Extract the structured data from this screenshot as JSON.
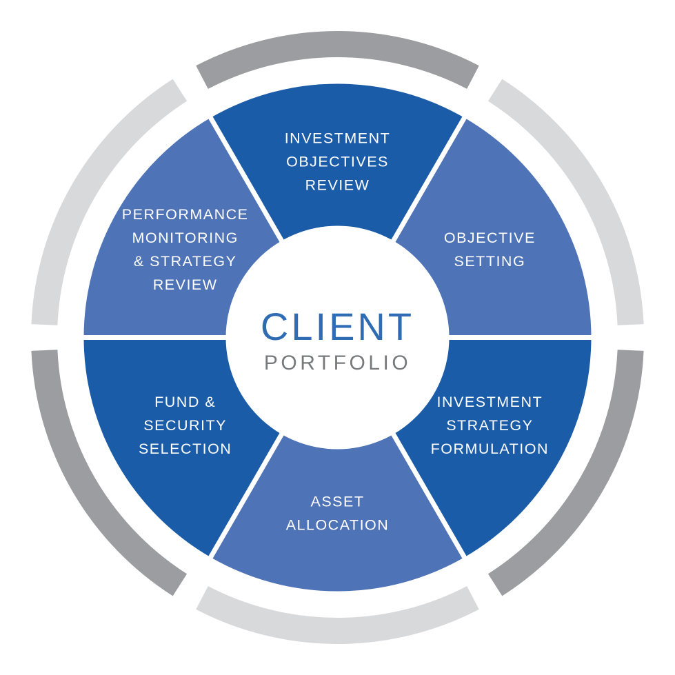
{
  "diagram": {
    "kind": "process-wheel",
    "center": {
      "line1": "CLIENT",
      "line2": "PORTFOLIO"
    },
    "segments": [
      {
        "id": "investment-objectives-review",
        "lines": [
          "INVESTMENT",
          "OBJECTIVES",
          "REVIEW"
        ],
        "color": "dark_blue",
        "mid_angle": 90
      },
      {
        "id": "objective-setting",
        "lines": [
          "OBJECTIVE",
          "SETTING"
        ],
        "color": "medium_blue",
        "mid_angle": 30
      },
      {
        "id": "investment-strategy-formulation",
        "lines": [
          "INVESTMENT",
          "STRATEGY",
          "FORMULATION"
        ],
        "color": "dark_blue",
        "mid_angle": 330
      },
      {
        "id": "asset-allocation",
        "lines": [
          "ASSET",
          "ALLOCATION"
        ],
        "color": "medium_blue",
        "mid_angle": 270
      },
      {
        "id": "fund-security-selection",
        "lines": [
          "FUND &",
          "SECURITY",
          "SELECTION"
        ],
        "color": "dark_blue",
        "mid_angle": 210
      },
      {
        "id": "performance-monitoring-strategy-review",
        "lines": [
          "PERFORMANCE",
          "MONITORING",
          "& STRATEGY",
          "REVIEW"
        ],
        "color": "medium_blue",
        "mid_angle": 150
      }
    ],
    "outer_ring": [
      {
        "mid_angle": 90,
        "color": "ring_dark_gray"
      },
      {
        "mid_angle": 30,
        "color": "ring_light_gray"
      },
      {
        "mid_angle": 330,
        "color": "ring_dark_gray"
      },
      {
        "mid_angle": 270,
        "color": "ring_light_gray"
      },
      {
        "mid_angle": 210,
        "color": "ring_dark_gray"
      },
      {
        "mid_angle": 150,
        "color": "ring_light_gray"
      }
    ]
  },
  "colors": {
    "dark_blue": "#1b5ca9",
    "medium_blue": "#4e73b7",
    "ring_dark_gray": "#9b9da0",
    "ring_light_gray": "#d8d9db",
    "divider_white": "#ffffff",
    "label_text": "#ffffff",
    "center_client": "#2f6cb4",
    "center_portfolio": "#77797b",
    "background": "#ffffff"
  }
}
